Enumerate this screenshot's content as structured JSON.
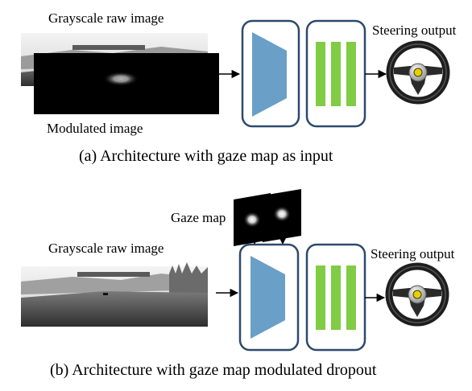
{
  "panel_a": {
    "raw_image_label": "Grayscale raw image",
    "modulated_image_label": "Modulated image",
    "output_label": "Steering output",
    "caption": "(a)  Architecture with gaze map as input"
  },
  "panel_b": {
    "gaze_map_label": "Gaze map",
    "raw_image_label": "Grayscale raw image",
    "output_label": "Steering output",
    "caption": "(b)  Architecture with gaze map modulated dropout"
  },
  "colors": {
    "conv_block": "#6a9fc8",
    "fc_bars": "#80cc44",
    "module_border": "#2d4a6b",
    "arrow": "#000000"
  },
  "icons": [
    "steering-wheel-icon",
    "camera-image",
    "gaze-map-image"
  ]
}
